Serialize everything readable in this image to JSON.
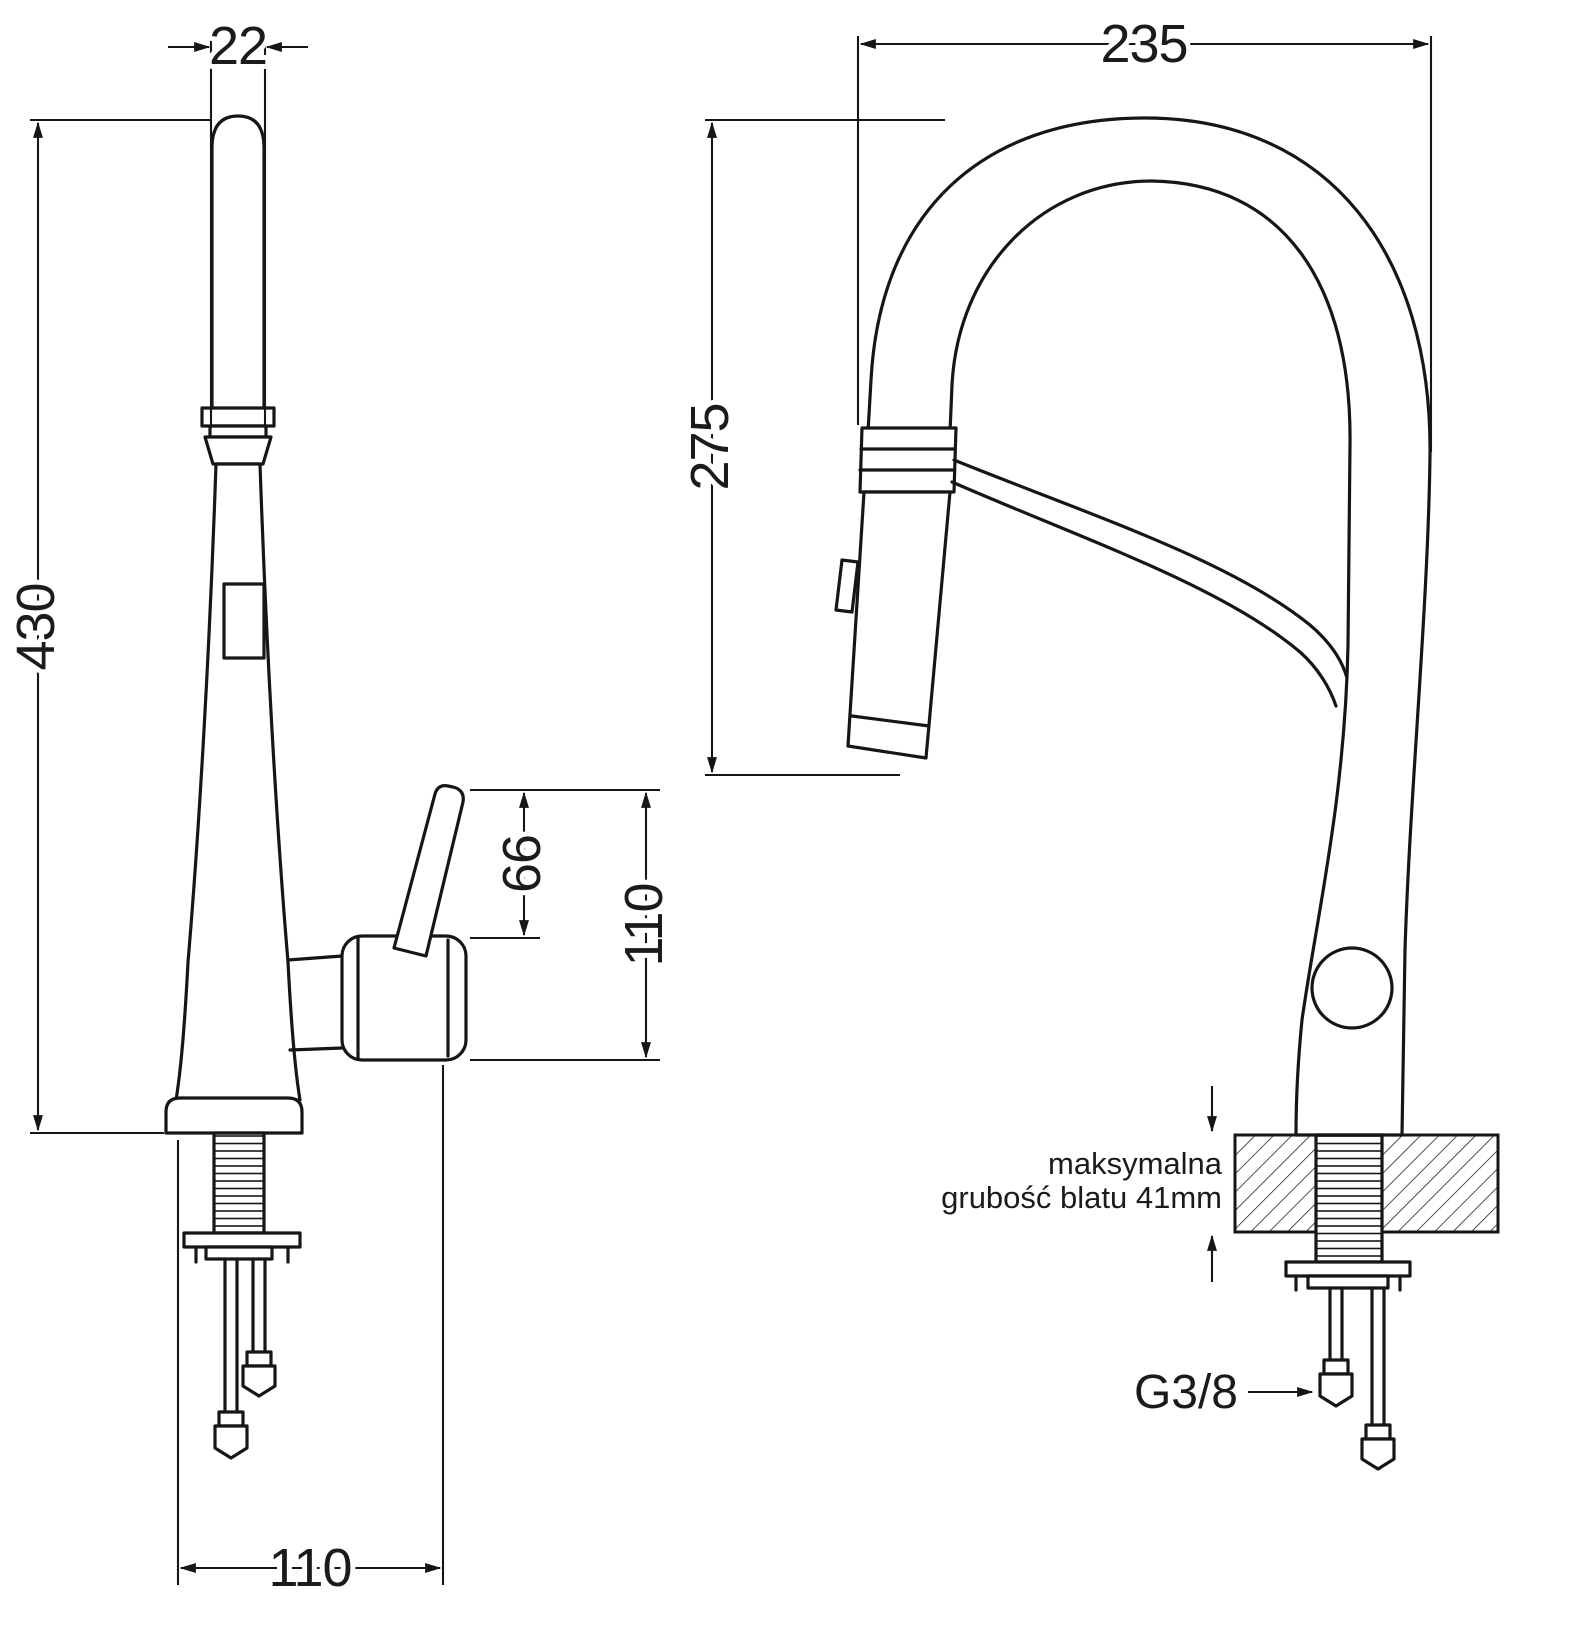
{
  "page": {
    "background": "#ffffff",
    "line_color": "#161616"
  },
  "left_view": {
    "dims": {
      "spout_width": "22",
      "total_height": "430",
      "lever_height": "66",
      "handle_height": "110",
      "base_depth": "110"
    }
  },
  "right_view": {
    "dims": {
      "reach": "235",
      "height": "275"
    },
    "countertop_note": {
      "line1": "maksymalna",
      "line2": "grubość blatu 41mm"
    },
    "thread_label": "G3/8"
  }
}
